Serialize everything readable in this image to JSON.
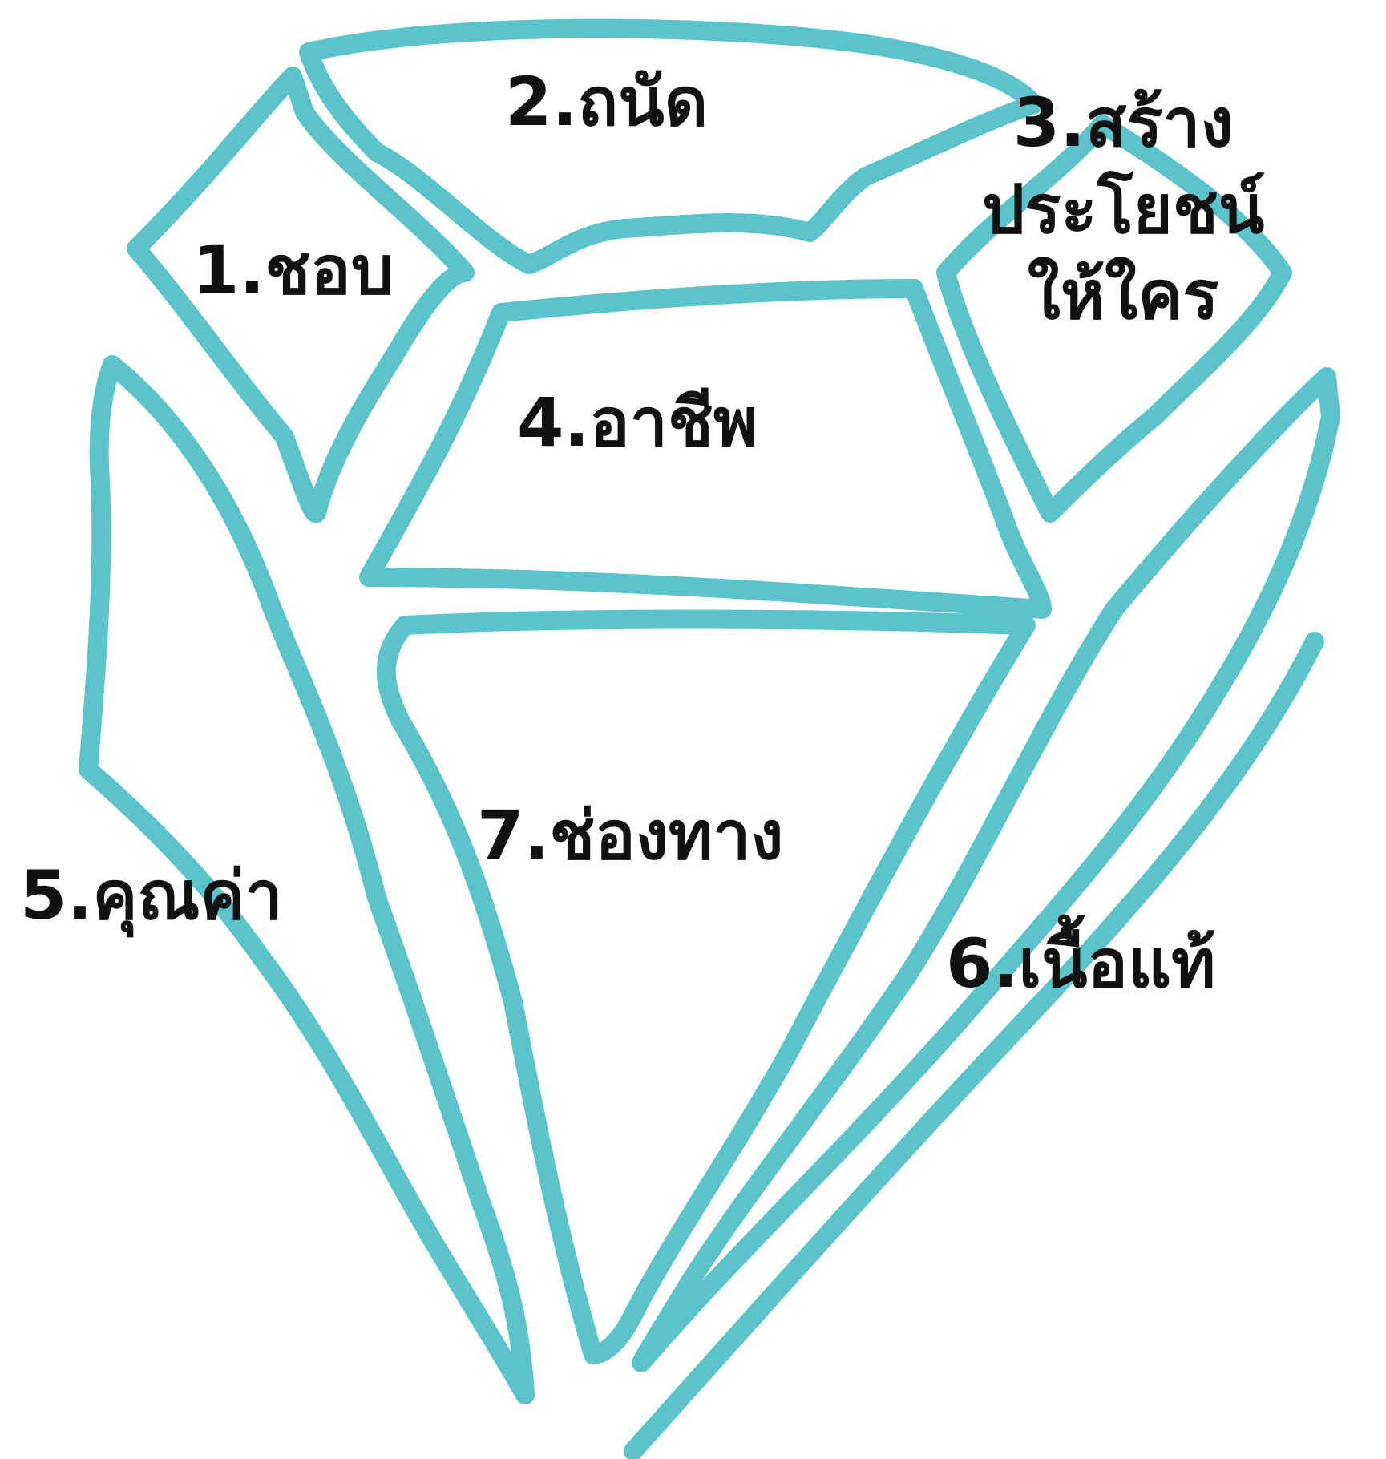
{
  "colors": {
    "outline": "#5BC3CB",
    "text": "#111111",
    "background": "#FFFFFF"
  },
  "labels": {
    "facet1": "1.ชอบ",
    "facet2": "2.ถนัด",
    "facet3": [
      "3.สร้าง",
      "ประโยชน์",
      "ให้ใคร"
    ],
    "facet4": "4.อาชีพ",
    "facet5": "5.คุณค่า",
    "facet6": "6.เนื้อแท้",
    "facet7": "7.ช่องทาง"
  }
}
